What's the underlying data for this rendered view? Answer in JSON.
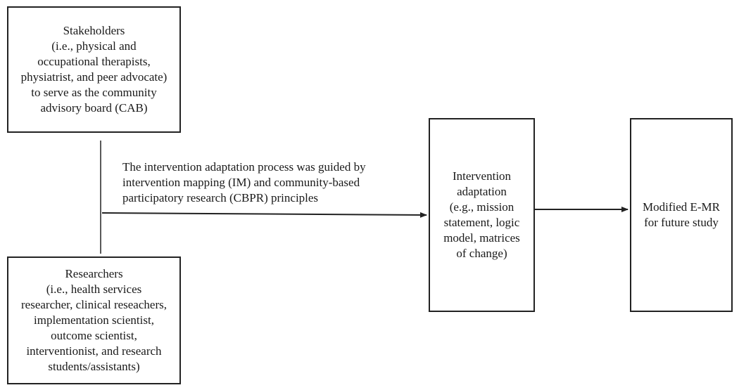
{
  "stakeholders": {
    "lines": [
      "Stakeholders",
      "(i.e., physical and",
      "occupational therapists,",
      "physiatrist,  and peer advocate)",
      "to serve as the community",
      "advisory board (CAB)"
    ]
  },
  "researchers": {
    "lines": [
      "Researchers",
      "(i.e., health services",
      "researcher, clinical reseachers,",
      "implementation  scientist,",
      "outcome scientist,",
      "interventionist,  and research",
      "students/assistants)"
    ]
  },
  "caption": {
    "lines": [
      "The intervention  adaptation  process was guided  by",
      "intervention  mapping (IM)  and community-based",
      "participatory  research (CBPR) principles"
    ]
  },
  "adaptation": {
    "lines": [
      "Intervention",
      "adaptation",
      "(e.g., mission",
      "statement, logic",
      "model,  matrices",
      "of change)"
    ]
  },
  "modified": {
    "lines": [
      "Modified  E-MR",
      "for future study"
    ]
  }
}
